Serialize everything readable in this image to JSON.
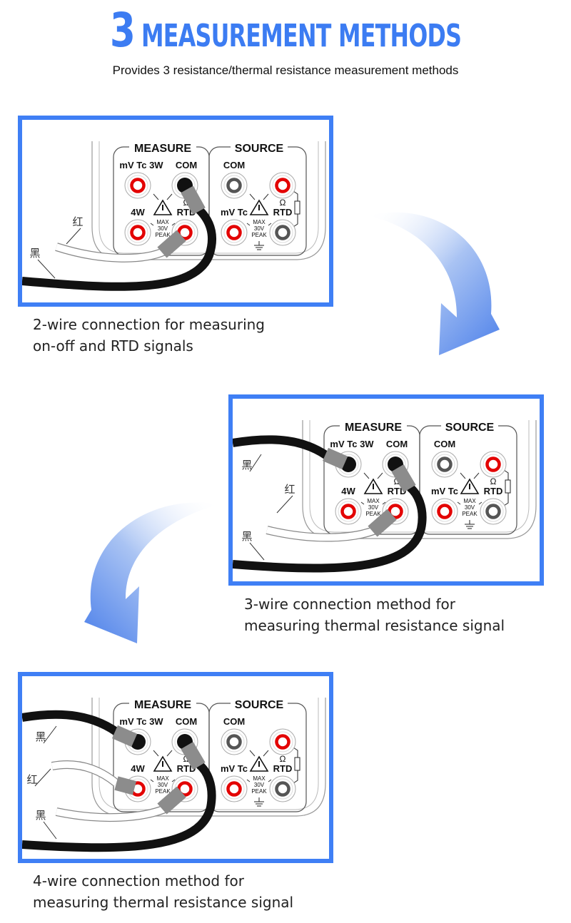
{
  "header": {
    "title_number": "3",
    "title_text": "MEASUREMENT METHODS",
    "subtitle": "Provides 3 resistance/thermal resistance measurement methods"
  },
  "terminal_labels": {
    "measure": "MEASURE",
    "source": "SOURCE",
    "mv_tc_3w": "mV Tc 3W",
    "com": "COM",
    "four_w": "4W",
    "ohm": "Ω",
    "rtd": "RTD",
    "mv_tc": "mV Tc",
    "max": "MAX",
    "volt": "30V",
    "peak": "PEAK"
  },
  "wire_labels": {
    "red": "红",
    "black": "黑"
  },
  "methods": [
    {
      "caption_line1": "2-wire connection for measuring",
      "caption_line2": "on-off and RTD signals"
    },
    {
      "caption_line1": "3-wire connection method for",
      "caption_line2": "measuring thermal resistance signal"
    },
    {
      "caption_line1": "4-wire connection method for",
      "caption_line2": "measuring thermal resistance signal"
    }
  ],
  "colors": {
    "accent": "#3f7ff5",
    "jack_red": "#e30000",
    "jack_gray": "#555555",
    "plug": "#8c8c8c"
  }
}
